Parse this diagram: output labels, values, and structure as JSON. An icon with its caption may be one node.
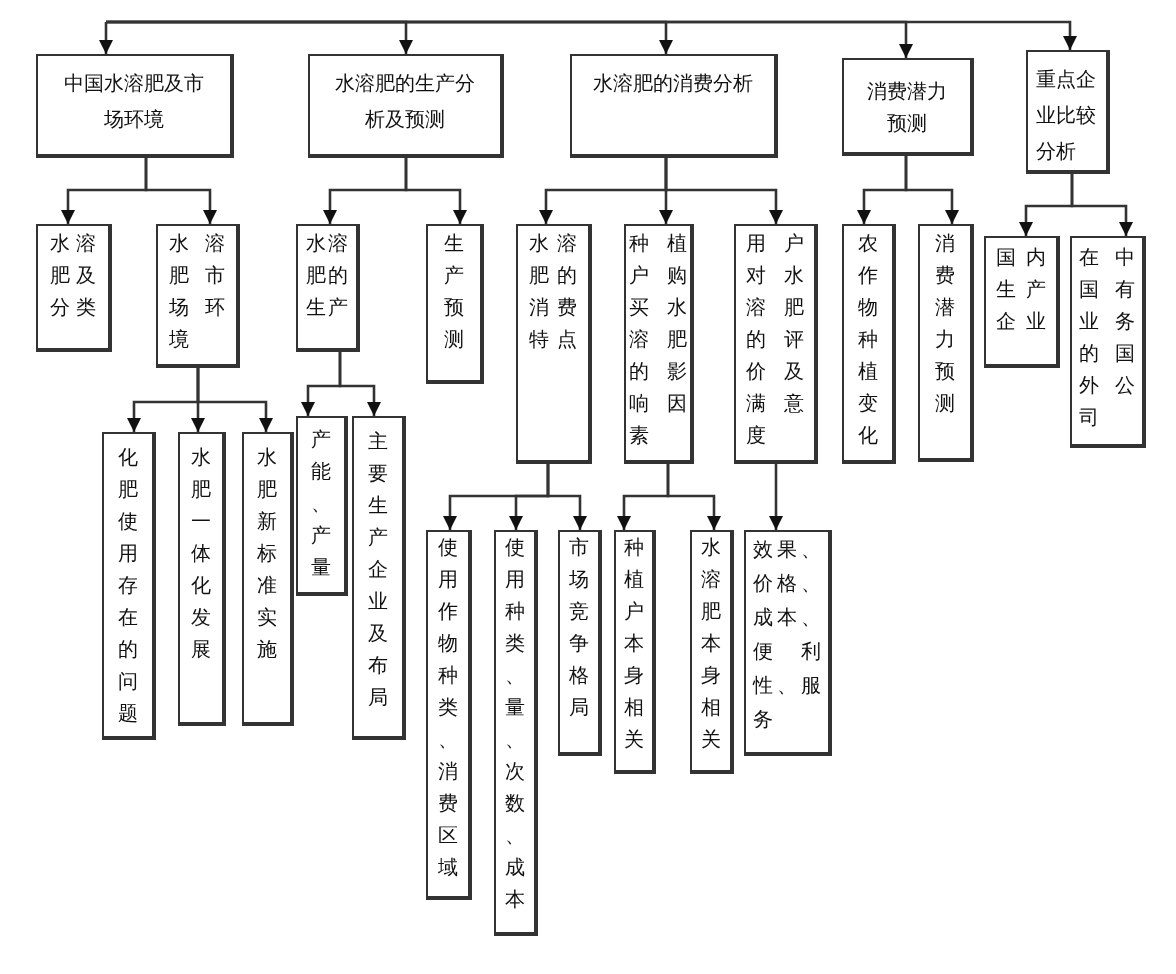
{
  "diagram": {
    "nodes": [
      {
        "text": [
          "中国水溶肥及市场环境"
        ]
      },
      {
        "text": [
          "水溶肥的生产分析及预测"
        ]
      },
      {
        "text": [
          "水溶肥的消费分析"
        ]
      },
      {
        "text": [
          "消费潜力预测"
        ]
      },
      {
        "text": [
          "重点企业比较分析"
        ]
      },
      {
        "text": [
          "水溶肥及分类"
        ]
      },
      {
        "text": [
          "水溶肥市场环境"
        ]
      },
      {
        "text": [
          "水溶肥的生产"
        ]
      },
      {
        "text": [
          "生产预测"
        ]
      },
      {
        "text": [
          "水溶肥的消费特点"
        ]
      },
      {
        "text": [
          "种植户购买水溶肥的影响因素"
        ]
      },
      {
        "text": [
          "用户对水溶肥的评价及满意度"
        ]
      },
      {
        "text": [
          "农作物种植变化"
        ]
      },
      {
        "text": [
          "消费潜力预测"
        ]
      },
      {
        "text": [
          "国内生产企业"
        ]
      },
      {
        "text": [
          "在中国有业务的国外公司"
        ]
      },
      {
        "text": [
          "化肥使用存在的问题"
        ]
      },
      {
        "text": [
          "水肥一体化发展"
        ]
      },
      {
        "text": [
          "水肥新标准实施"
        ]
      },
      {
        "text": [
          "产能、产量"
        ]
      },
      {
        "text": [
          "主要生产企业及布局"
        ]
      },
      {
        "text": [
          "使用作物种类、消费区域"
        ]
      },
      {
        "text": [
          "使用种类、量、次数、成本"
        ]
      },
      {
        "text": [
          "市场竞争格局"
        ]
      },
      {
        "text": [
          "种植户本身相关"
        ]
      },
      {
        "text": [
          "水溶肥本身相关"
        ]
      },
      {
        "text": [
          "效果、价格、成本、便利性、服务"
        ]
      }
    ],
    "edges": [
      {
        "from": null,
        "to": 0,
        "arrow": "to"
      },
      {
        "from": null,
        "to": 1,
        "arrow": "to"
      },
      {
        "from": null,
        "to": 2,
        "arrow": "to"
      },
      {
        "from": null,
        "to": 3,
        "arrow": "to"
      },
      {
        "from": null,
        "to": 4,
        "arrow": "to"
      },
      {
        "from": 0,
        "to": 5,
        "arrow": "to"
      },
      {
        "from": 0,
        "to": 6,
        "arrow": "to"
      },
      {
        "from": 1,
        "to": 7,
        "arrow": "to"
      },
      {
        "from": 1,
        "to": 8,
        "arrow": "to"
      },
      {
        "from": 2,
        "to": 9,
        "arrow": "to"
      },
      {
        "from": 2,
        "to": 10,
        "arrow": "to"
      },
      {
        "from": 2,
        "to": 11,
        "arrow": "to"
      },
      {
        "from": 3,
        "to": 12,
        "arrow": "to"
      },
      {
        "from": 3,
        "to": 13,
        "arrow": "to"
      },
      {
        "from": 4,
        "to": 14,
        "arrow": "to"
      },
      {
        "from": 4,
        "to": 15,
        "arrow": "to"
      },
      {
        "from": 6,
        "to": 16,
        "arrow": "to"
      },
      {
        "from": 6,
        "to": 17,
        "arrow": "to"
      },
      {
        "from": 6,
        "to": 18,
        "arrow": "to"
      },
      {
        "from": 7,
        "to": 19,
        "arrow": "to"
      },
      {
        "from": 7,
        "to": 20,
        "arrow": "to"
      },
      {
        "from": 9,
        "to": 21,
        "arrow": "to"
      },
      {
        "from": 9,
        "to": 22,
        "arrow": "to"
      },
      {
        "from": 9,
        "to": 23,
        "arrow": "to"
      },
      {
        "from": 10,
        "to": 24,
        "arrow": "to"
      },
      {
        "from": 10,
        "to": 25,
        "arrow": "to"
      },
      {
        "from": 11,
        "to": 26,
        "arrow": "to"
      }
    ]
  }
}
